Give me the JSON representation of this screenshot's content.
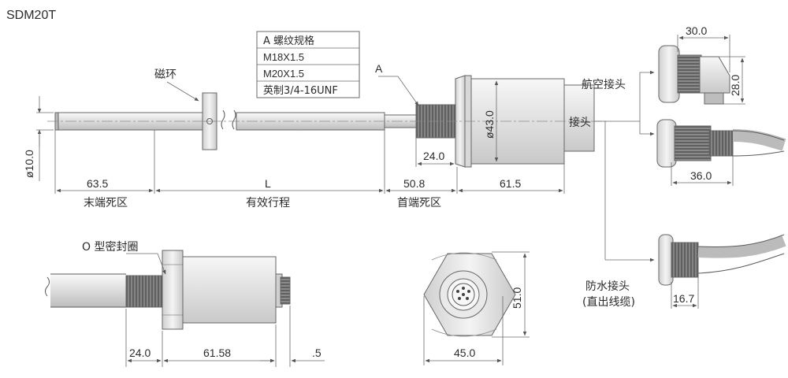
{
  "model": "SDM20T",
  "thread_table": {
    "header": "A 螺纹规格",
    "rows": [
      "M18X1.5",
      "M20X1.5",
      "英制3/4-16UNF"
    ]
  },
  "labels": {
    "magnet_ring": "磁环",
    "callout_a": "A",
    "aviation_connector": "航空接头",
    "connector": "接头",
    "waterproof_connector": "防水接头",
    "straight_cable": "(直出线缆)",
    "o_ring": "O 型密封圈",
    "tail_dead_zone": "末端死区",
    "effective_stroke": "有效行程",
    "head_dead_zone": "首端死区"
  },
  "dimensions": {
    "rod_diameter": "ø10.0",
    "tail_length": "63.5",
    "stroke": "L",
    "head_length": "50.8",
    "body_length": "61.5",
    "thread_length": "24.0",
    "body_diameter": "ø43.0",
    "plug_angle_width": "30.0",
    "plug_angle_height": "28.0",
    "plug_straight_length": "36.0",
    "waterproof_length": "16.7",
    "side_thread_length": "24.0",
    "side_body_length": "61.58",
    "side_gap": ".5",
    "hex_height": "51.0",
    "hex_width": "45.0"
  },
  "colors": {
    "line": "#5a5a5a",
    "body_fill": "#e6e6e6",
    "thread_fill": "#7c7c7c",
    "text": "#2b2b2b"
  }
}
